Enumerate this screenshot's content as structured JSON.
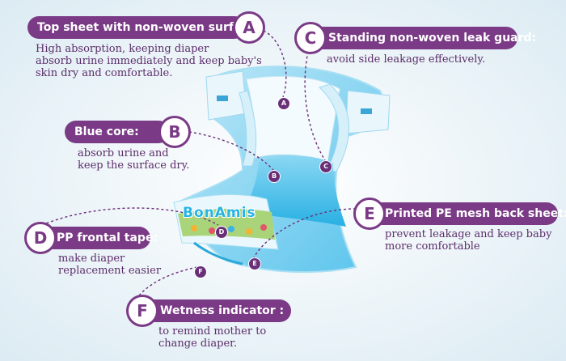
{
  "brand": "BonAmis",
  "callouts": {
    "a": {
      "letter": "A",
      "title": "Top sheet with non-woven surface:",
      "desc": "High absorption, keeping diaper\nabsorb urine immediately and keep baby's\nskin dry and comfortable."
    },
    "b": {
      "letter": "B",
      "title": "Blue core:",
      "desc": "absorb urine and\nkeep the surface dry."
    },
    "c": {
      "letter": "C",
      "title": "Standing non-woven leak guard:",
      "desc": "avoid side leakage effectively."
    },
    "d": {
      "letter": "D",
      "title": "PP frontal tape:",
      "desc": "make diaper\nreplacement easier"
    },
    "e": {
      "letter": "E",
      "title": "Printed PE mesh back sheet:",
      "desc": "prevent leakage and keep baby\nmore comfortable"
    },
    "f": {
      "letter": "F",
      "title": "Wetness indicator :",
      "desc": "to remind mother to\nchange diaper."
    }
  },
  "colors": {
    "accent": "#7a3a86",
    "text": "#5b2d69",
    "diaper_blue": "#5bc6ee",
    "core_blue": "#3fbfea",
    "waistband_green": "#a9d47a"
  }
}
